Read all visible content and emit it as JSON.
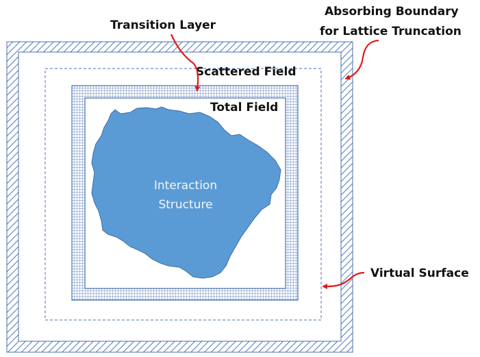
{
  "diagram": {
    "labels": {
      "absorbing_boundary_line1": "Absorbing Boundary",
      "absorbing_boundary_line2": "for Lattice Truncation",
      "transition_layer": "Transition Layer",
      "scattered_field": "Scattered Field",
      "total_field": "Total Field",
      "virtual_surface": "Virtual Surface",
      "structure_line1": "Interaction",
      "structure_line2": "Structure"
    },
    "colors": {
      "region_stroke": "#4a6fa8",
      "hatch": "#5b7fbf",
      "structure_fill": "#5b9bd5",
      "structure_stroke": "#3e6da6",
      "arrow": "#e01818",
      "text": "#111111"
    }
  }
}
